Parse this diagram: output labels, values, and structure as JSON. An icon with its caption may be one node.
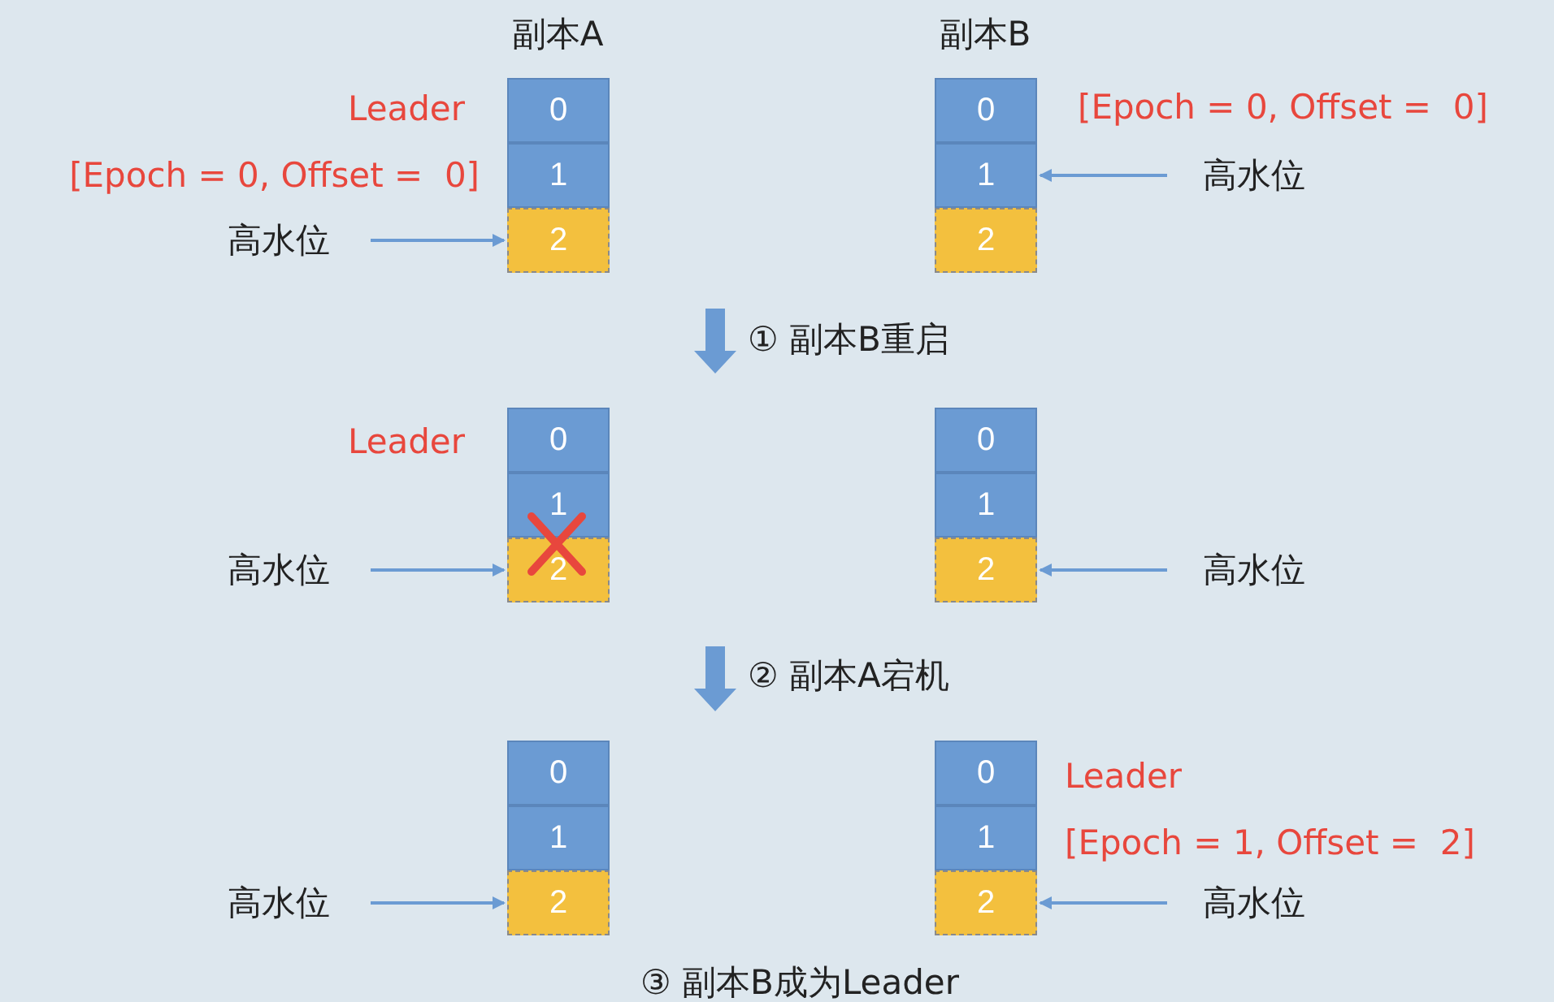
{
  "diagram": {
    "nodes": [
      {
        "text": [
          "0"
        ]
      },
      {
        "text": [
          "1"
        ]
      },
      {
        "text": [
          "2"
        ]
      },
      {
        "text": [
          "0"
        ]
      },
      {
        "text": [
          "1"
        ]
      },
      {
        "text": [
          "2"
        ]
      },
      {
        "text": [
          "高水位"
        ]
      },
      {
        "text": [
          "高水位"
        ]
      },
      {
        "text": [
          "0"
        ]
      },
      {
        "text": [
          "1"
        ]
      },
      {
        "text": [
          "2"
        ]
      },
      {
        "text": [
          "0"
        ]
      },
      {
        "text": [
          "1"
        ]
      },
      {
        "text": [
          "2"
        ]
      },
      {
        "text": [
          "高水位"
        ]
      },
      {
        "text": [
          "高水位"
        ]
      },
      {
        "text": [
          "0"
        ]
      },
      {
        "text": [
          "1"
        ]
      },
      {
        "text": [
          "2"
        ]
      },
      {
        "text": [
          "0"
        ]
      },
      {
        "text": [
          "1"
        ]
      },
      {
        "text": [
          "2"
        ]
      },
      {
        "text": [
          "高水位"
        ]
      },
      {
        "text": [
          "高水位"
        ]
      }
    ],
    "edges": [
      {
        "from": 6,
        "to": 2,
        "arrow": "to"
      },
      {
        "from": 7,
        "to": 4,
        "arrow": "to"
      },
      {
        "from": 14,
        "to": 10,
        "arrow": "to"
      },
      {
        "from": 15,
        "to": 13,
        "arrow": "to"
      },
      {
        "from": 22,
        "to": 18,
        "arrow": "to"
      },
      {
        "from": 23,
        "to": 21,
        "arrow": "to"
      }
    ],
    "labels": [
      "副本A",
      "副本B",
      "Leader",
      "[Epoch = 0, Offset =  0]",
      "[Epoch = 0, Offset =  0]",
      "① 副本B重启",
      "Leader",
      "② 副本A宕机",
      "Leader",
      "[Epoch = 1, Offset =  2]",
      "③ 副本B成为Leader"
    ]
  }
}
